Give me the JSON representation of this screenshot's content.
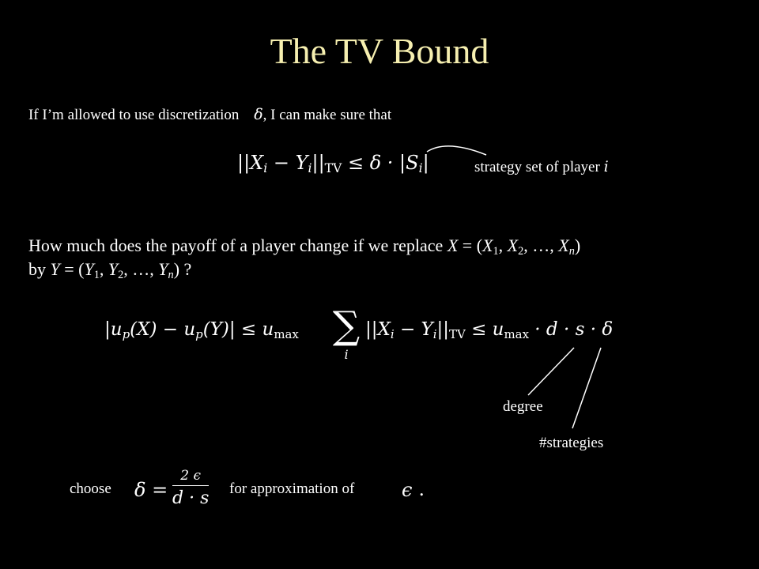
{
  "slide": {
    "title": "The TV Bound",
    "line1": {
      "prefix": "If I’m allowed to use discretization",
      "delta": "δ",
      "suffix": ", I can make sure that"
    },
    "formula1": {
      "lhs": "||X",
      "i": "i",
      "minus": " − Y",
      "i2": "i",
      "rhs": "||",
      "tv": "TV",
      "leq": " ≤ δ · |S",
      "i3": "i",
      "end": "|"
    },
    "annotation_strategy": {
      "text": "strategy set of player ",
      "var": "i"
    },
    "question": {
      "p1": "How much does the payoff of a player change if we replace ",
      "X": "X",
      "eq1": " = (",
      "X1": "X",
      "s1": "1",
      "c1": ", ",
      "X2": "X",
      "s2": "2",
      "c2": ", …, ",
      "Xn": "X",
      "sn": "n",
      "close1": ")",
      "by": "by ",
      "Y": "Y",
      "eq2": " = (",
      "Y1": "Y",
      "t1": "1",
      "d1": ", ",
      "Y2": "Y",
      "t2": "2",
      "d2": ", …, ",
      "Yn": "Y",
      "tn": "n",
      "close2": ") ?"
    },
    "formula2": {
      "a": "|u",
      "p1": "p",
      "b": "(X) − u",
      "p2": "p",
      "c": "(Y)| ≤ u",
      "max1": "max",
      "sum": "∑",
      "sum_index": "i",
      "d": "||X",
      "i": "i",
      "e": " − Y",
      "i2": "i",
      "f": "||",
      "tv": "TV",
      "g": " ≤ u",
      "max2": "max",
      "h": " · d · s · δ"
    },
    "label_degree": "degree",
    "label_strategies": "#strategies",
    "bottom": {
      "choose": "choose",
      "delta_eq": "δ =",
      "num": "2 ϵ",
      "den": "d · s",
      "for_text": "for  approximation of",
      "epsilon": "ϵ",
      "period": "."
    }
  }
}
